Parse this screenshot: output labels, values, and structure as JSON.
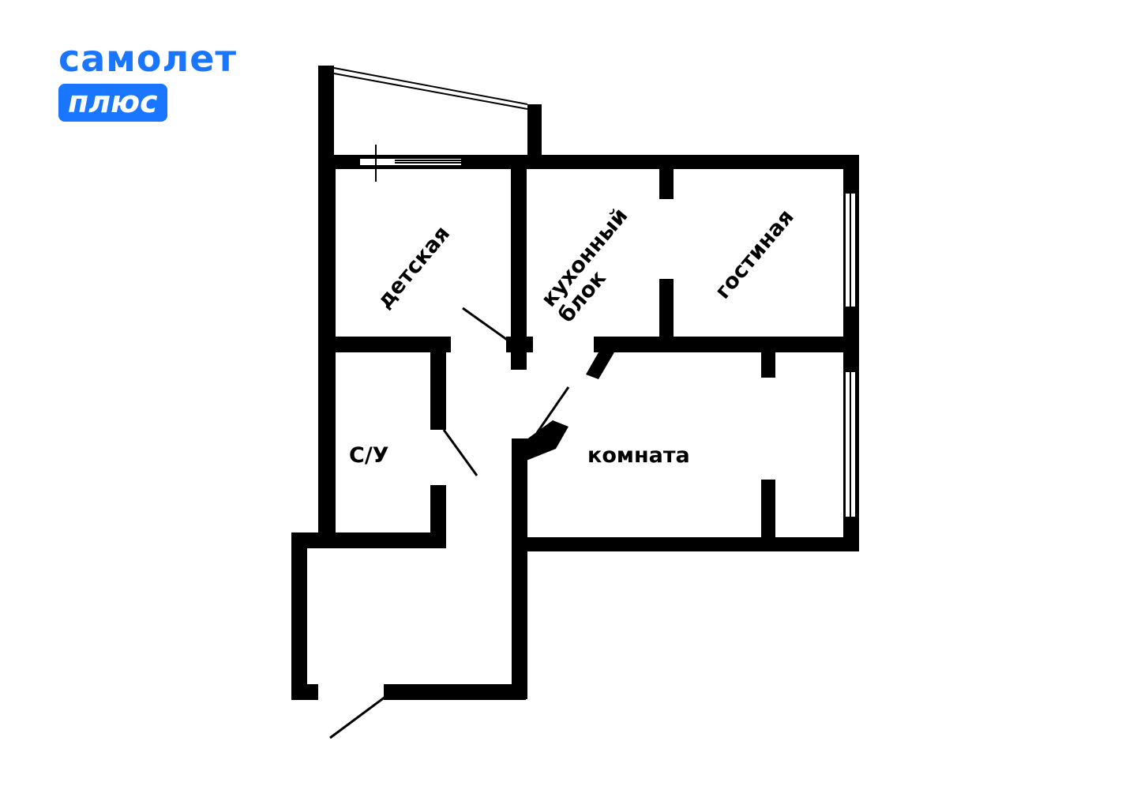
{
  "brand": {
    "name": "самолет",
    "badge": "плюс",
    "color": "#1a75ff"
  },
  "plan": {
    "wall_color": "#000000",
    "background": "#ffffff",
    "rooms": {
      "childroom": "детская",
      "kitchen_line1": "кухонный",
      "kitchen_line2": "блок",
      "living": "гостиная",
      "bathroom": "С/У",
      "room": "комната"
    }
  }
}
